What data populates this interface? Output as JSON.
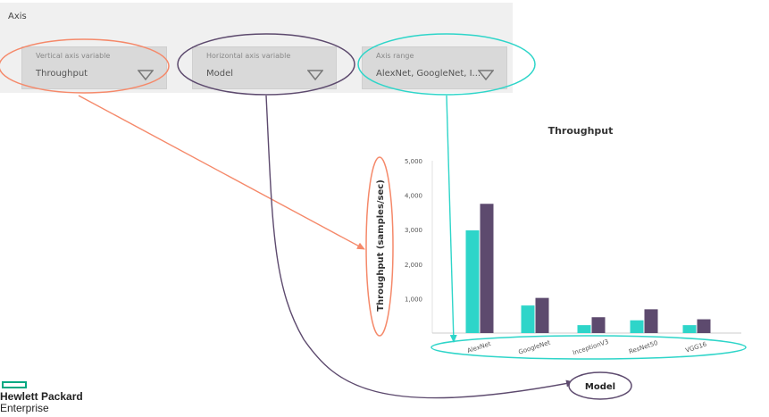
{
  "axis_panel": {
    "title": "Axis",
    "dropdowns": [
      {
        "label": "Vertical axis variable",
        "value": "Throughput"
      },
      {
        "label": "Horizontal axis variable",
        "value": "Model"
      },
      {
        "label": "Axis range",
        "value": "AlexNet, GoogleNet, I..."
      }
    ]
  },
  "callout": {
    "label": "Model"
  },
  "colors": {
    "panel_bg": "#f0f0f0",
    "dropdown_bg": "#d9d9d9",
    "orange": "#f5896a",
    "purple": "#5d4a6e",
    "teal": "#2ed5c9",
    "hpe_green": "#01a982"
  },
  "logo": {
    "line1": "Hewlett Packard",
    "line2": "Enterprise"
  },
  "chart_data": {
    "type": "bar",
    "title": "Throughput",
    "ylabel": "Throughput (samples/sec)",
    "xlabel": "",
    "categories": [
      "AlexNet",
      "GoogleNet",
      "InceptionV3",
      "ResNet50",
      "VGG16"
    ],
    "series": [
      {
        "color": "#2ed5c9",
        "values": [
          2980,
          800,
          230,
          370,
          230
        ]
      },
      {
        "color": "#5d4a6e",
        "values": [
          3750,
          1020,
          460,
          690,
          400
        ]
      }
    ],
    "ylim": [
      0,
      5000
    ],
    "yticks": [
      "",
      "1,000",
      "2,000",
      "3,000",
      "4,000",
      "5,000"
    ],
    "grid": false
  }
}
